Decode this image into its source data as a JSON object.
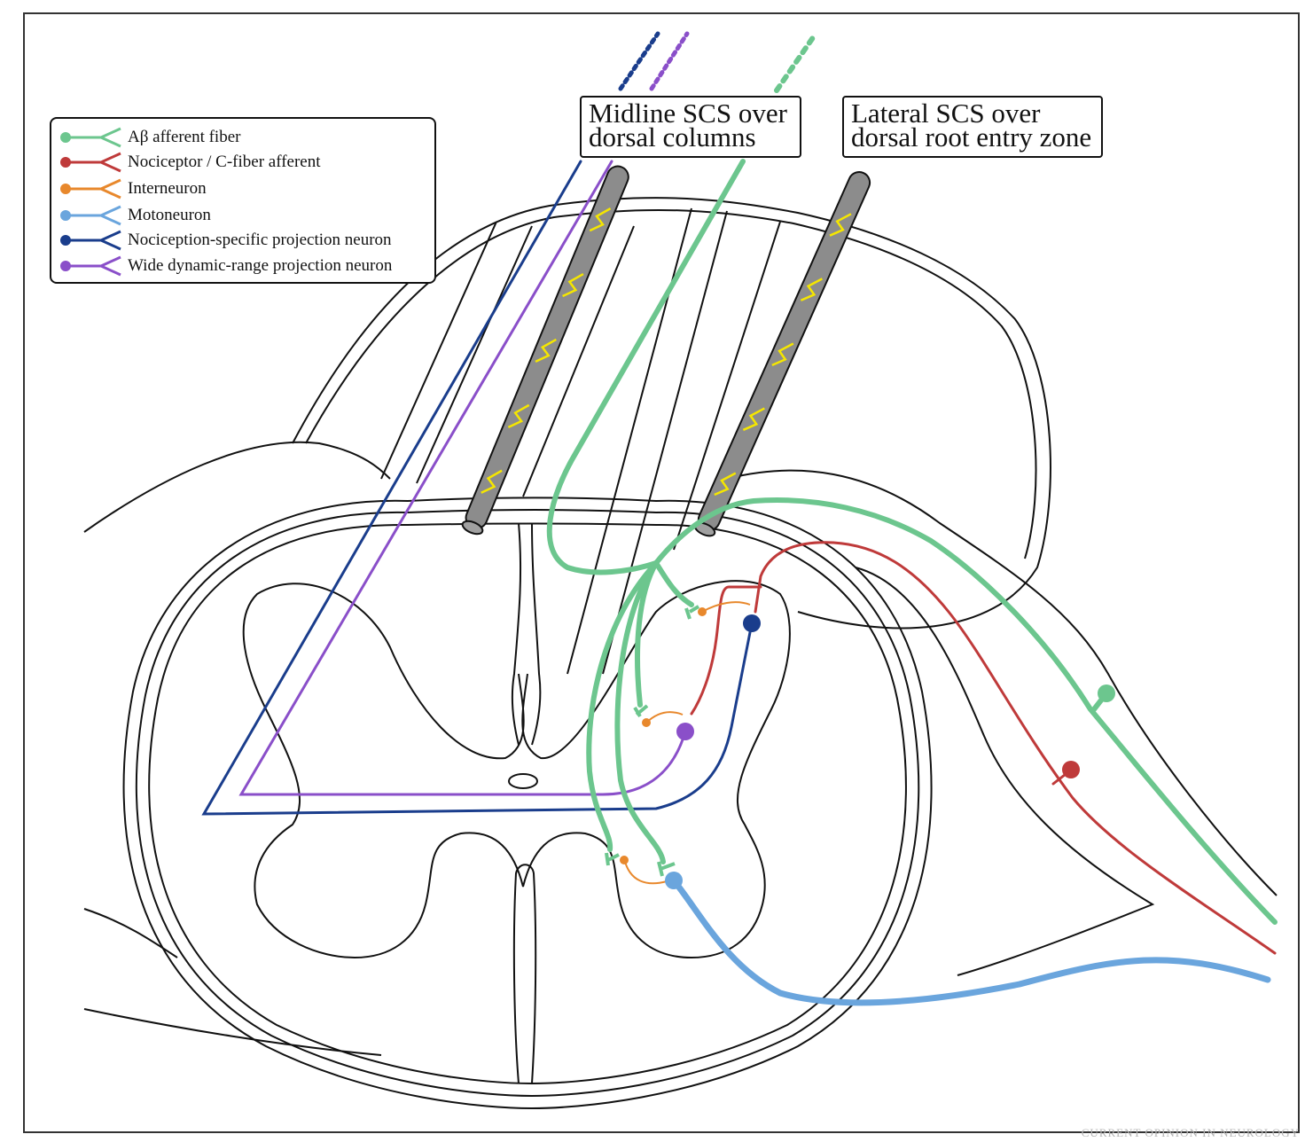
{
  "callouts": {
    "midline": [
      "Midline SCS over",
      "dorsal columns"
    ],
    "lateral": [
      "Lateral SCS over",
      "dorsal root entry zone"
    ]
  },
  "legend": [
    {
      "label": "Aβ afferent fiber",
      "color": "#6cc68e"
    },
    {
      "label": "Nociceptor / C-fiber afferent",
      "color": "#bf3a3a"
    },
    {
      "label": "Interneuron",
      "color": "#e8882c"
    },
    {
      "label": "Motoneuron",
      "color": "#6aa5dd"
    },
    {
      "label": "Nociception-specific projection neuron",
      "color": "#1a3d8c"
    },
    {
      "label": "Wide dynamic-range projection neuron",
      "color": "#8a4fc9"
    }
  ],
  "credit": "CURRENT OPINION IN NEUROLOGY"
}
